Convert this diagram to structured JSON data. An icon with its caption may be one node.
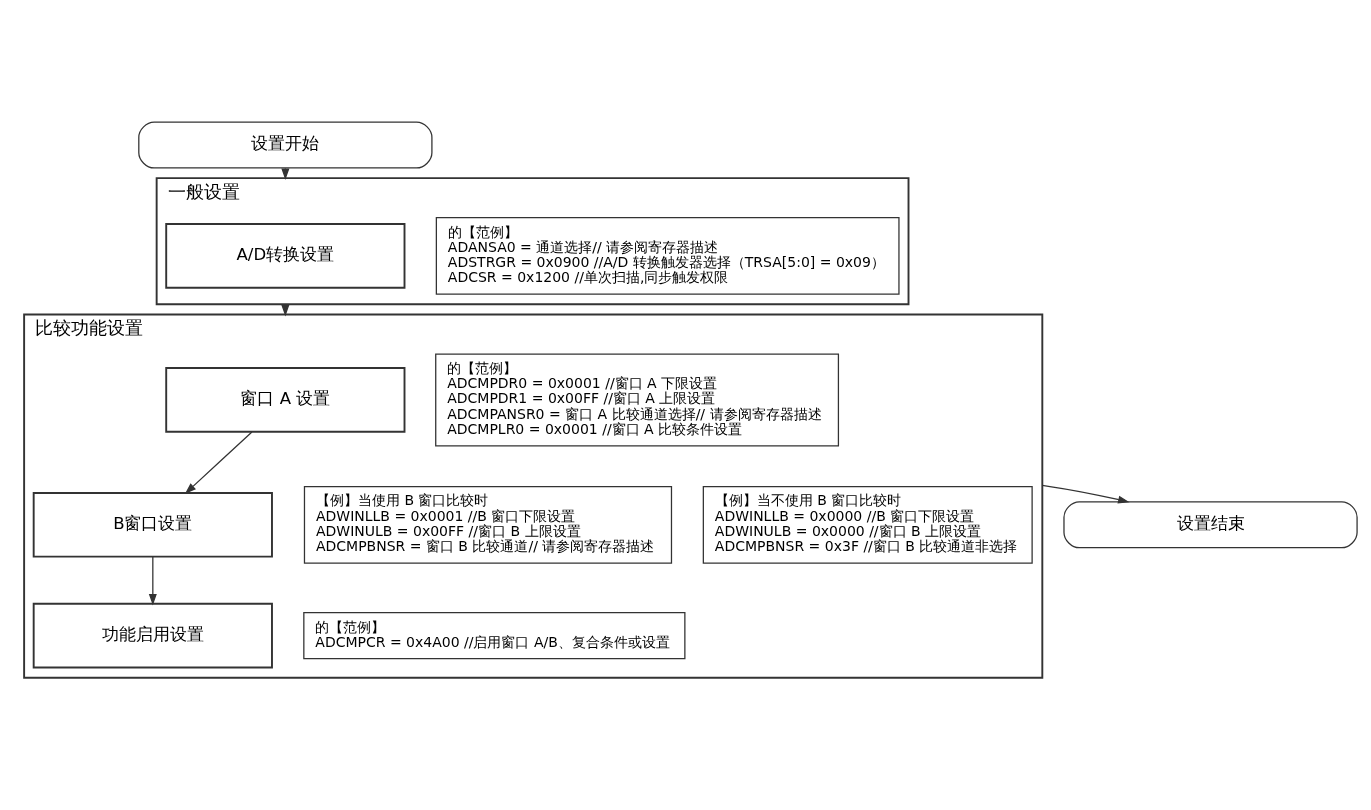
{
  "diagram": {
    "nodes": [
      {
        "text": [
          "设置开始"
        ]
      },
      {
        "text": [
          "一般设置"
        ]
      },
      {
        "text": [
          "A/D转换设置"
        ],
        "in": 1
      },
      {
        "text": [
          "的【范例】",
          "ADANSA0 = 通道选择// 请参阅寄存器描述",
          "ADSTRGR = 0x0900 //A/D 转换触发器选择（TRSA[5:0] = 0x09）",
          "ADCSR = 0x1200 //单次扫描,同步触发权限"
        ],
        "in": 1
      },
      {
        "text": [
          "比较功能设置"
        ]
      },
      {
        "text": [
          "窗口 A 设置"
        ],
        "in": 4
      },
      {
        "text": [
          "的【范例】",
          "ADCMPDR0 = 0x0001 //窗口 A 下限设置",
          "ADCMPDR1 = 0x00FF //窗口 A 上限设置",
          "ADCMPANSR0 = 窗口 A 比较通道选择// 请参阅寄存器描述",
          "ADCMPLR0 = 0x0001 //窗口 A 比较条件设置"
        ],
        "in": 4
      },
      {
        "text": [
          "B窗口设置"
        ],
        "in": 4
      },
      {
        "text": [
          "【例】当使用 B 窗口比较时",
          "ADWINLLB = 0x0001 //B 窗口下限设置",
          "ADWINULB = 0x00FF //窗口 B 上限设置",
          "ADCMPBNSR = 窗口 B 比较通道// 请参阅寄存器描述"
        ],
        "in": 4
      },
      {
        "text": [
          "【例】当不使用 B 窗口比较时",
          "ADWINLLB = 0x0000 //B 窗口下限设置",
          "ADWINULB = 0x0000 //窗口 B 上限设置",
          "ADCMPBNSR = 0x3F //窗口 B 比较通道非选择"
        ],
        "in": 4
      },
      {
        "text": [
          "功能启用设置"
        ],
        "in": 4
      },
      {
        "text": [
          "的【范例】",
          "ADCMPCR = 0x4A00 //启用窗口 A/B、复合条件或设置"
        ],
        "in": 4
      },
      {
        "text": [
          "设置结束"
        ]
      }
    ],
    "edges": [
      {
        "from": 0,
        "to": 1,
        "arrow": "to"
      },
      {
        "from": 1,
        "to": 4,
        "arrow": "to"
      },
      {
        "from": 5,
        "to": 7,
        "arrow": "to"
      },
      {
        "from": 7,
        "to": 10,
        "arrow": "to"
      },
      {
        "from": 4,
        "to": 12,
        "arrow": "to"
      }
    ]
  }
}
